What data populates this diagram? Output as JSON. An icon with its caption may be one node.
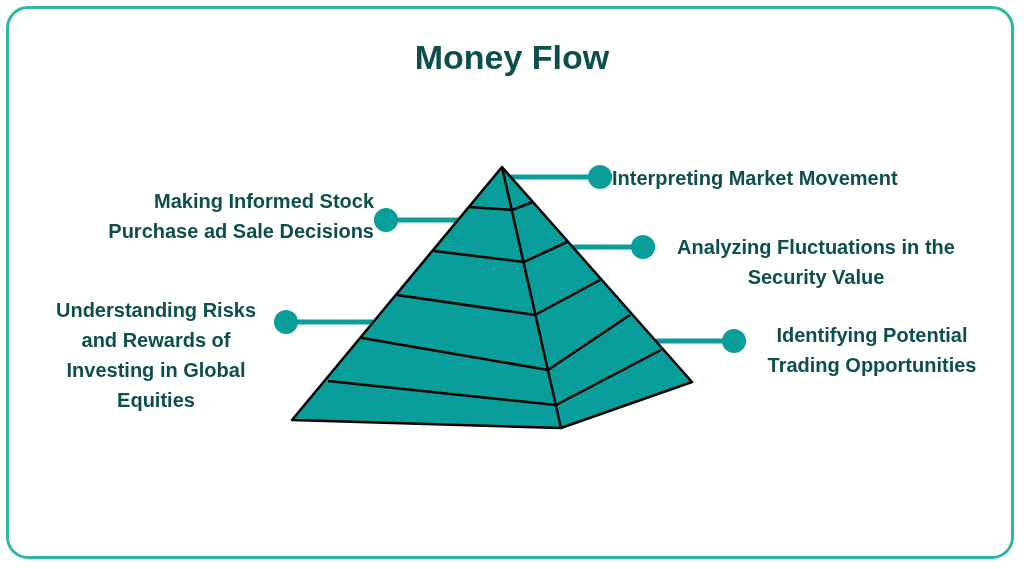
{
  "diagram": {
    "title": "Money Flow",
    "nodes": [
      {
        "text": [],
        "shape": "pyramid"
      },
      {
        "text": [
          "Interpreting Market Movement"
        ]
      },
      {
        "text": [
          "Making Informed Stock Purchase ad Sale Decisions"
        ]
      },
      {
        "text": [
          "Analyzing Fluctuations in the Security Value"
        ]
      },
      {
        "text": [
          "Understanding Risks and Rewards of Investing in Global Equities"
        ]
      },
      {
        "text": [
          "Identifying Potential Trading Opportunities"
        ]
      }
    ],
    "edges": [
      {
        "from": 1,
        "to": 0,
        "arrow": "other"
      },
      {
        "from": 2,
        "to": 0,
        "arrow": "other"
      },
      {
        "from": 3,
        "to": 0,
        "arrow": "other"
      },
      {
        "from": 4,
        "to": 0,
        "arrow": "other"
      },
      {
        "from": 5,
        "to": 0,
        "arrow": "other"
      }
    ]
  }
}
